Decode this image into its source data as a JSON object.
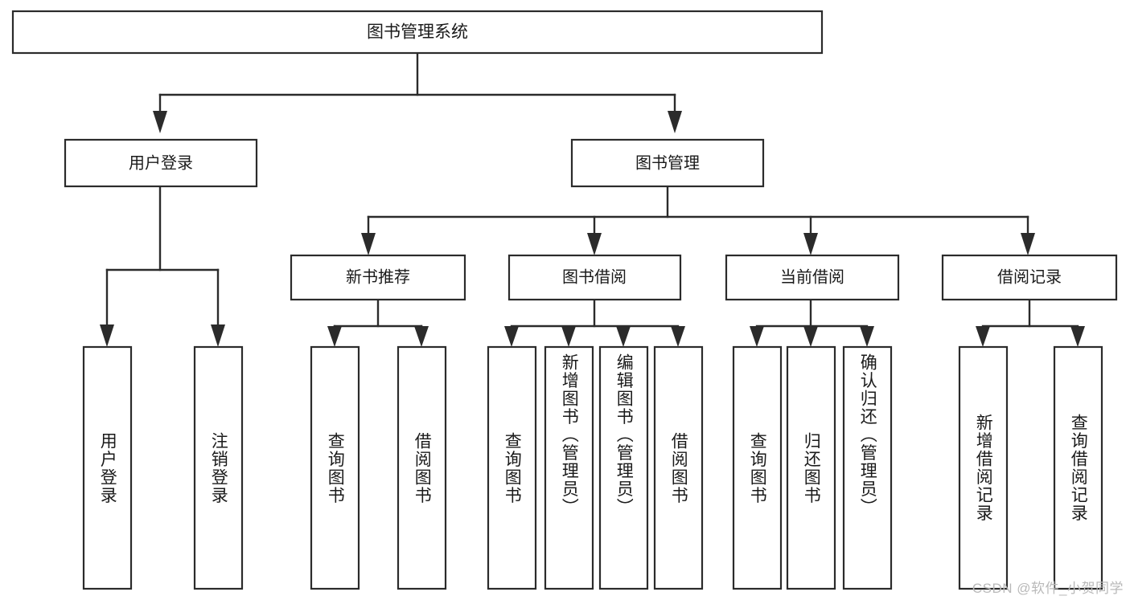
{
  "diagram": {
    "title": "图书管理系统",
    "type": "tree-hierarchy",
    "orientation": "top-down",
    "root": {
      "label": "图书管理系统",
      "children": [
        {
          "label": "用户登录",
          "children": [
            {
              "label": "用户登录"
            },
            {
              "label": "注销登录"
            }
          ]
        },
        {
          "label": "图书管理",
          "children": [
            {
              "label": "新书推荐",
              "children": [
                {
                  "label": "查询图书"
                },
                {
                  "label": "借阅图书"
                }
              ]
            },
            {
              "label": "图书借阅",
              "children": [
                {
                  "label": "查询图书"
                },
                {
                  "label": "新增图书（管理员）"
                },
                {
                  "label": "编辑图书（管理员）"
                },
                {
                  "label": "借阅图书"
                }
              ]
            },
            {
              "label": "当前借阅",
              "children": [
                {
                  "label": "查询图书"
                },
                {
                  "label": "归还图书"
                },
                {
                  "label": "确认归还（管理员）"
                }
              ]
            },
            {
              "label": "借阅记录",
              "children": [
                {
                  "label": "新增借阅记录"
                },
                {
                  "label": "查询借阅记录"
                }
              ]
            }
          ]
        }
      ]
    }
  },
  "nodes": {
    "root": {
      "label": "图书管理系统"
    },
    "level1": [
      {
        "label": "用户登录"
      },
      {
        "label": "图书管理"
      }
    ],
    "level2": [
      {
        "label": "新书推荐"
      },
      {
        "label": "图书借阅"
      },
      {
        "label": "当前借阅"
      },
      {
        "label": "借阅记录"
      }
    ],
    "leaves": [
      {
        "label": "用户登录"
      },
      {
        "label": "注销登录"
      },
      {
        "label": "查询图书"
      },
      {
        "label": "借阅图书"
      },
      {
        "label": "查询图书"
      },
      {
        "label": "新增图书（管理员）"
      },
      {
        "label": "编辑图书（管理员）"
      },
      {
        "label": "借阅图书"
      },
      {
        "label": "查询图书"
      },
      {
        "label": "归还图书"
      },
      {
        "label": "确认归还（管理员）"
      },
      {
        "label": "新增借阅记录"
      },
      {
        "label": "查询借阅记录"
      }
    ]
  },
  "watermark": {
    "text": "CSDN @软件_小贺同学"
  },
  "colors": {
    "background": "#ffffff",
    "box_fill": "#ffffff",
    "box_stroke": "#2b2b2b",
    "connector": "#2b2b2b",
    "text": "#1a1a1a",
    "watermark": "#b9b9b9"
  }
}
